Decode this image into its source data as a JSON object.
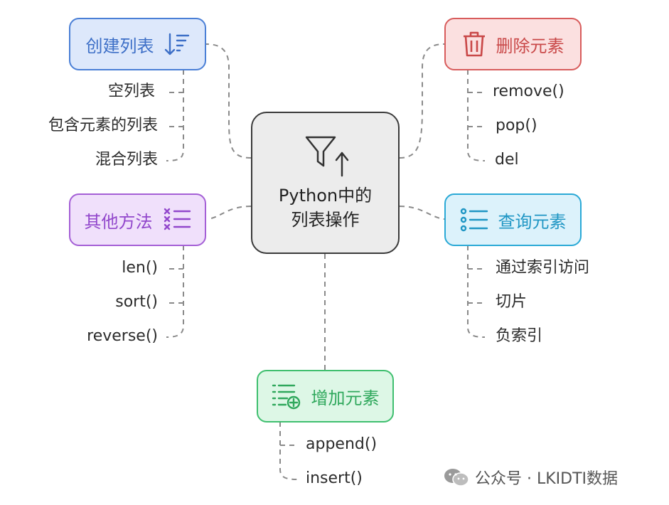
{
  "center": {
    "line1": "Python中的",
    "line2": "列表操作"
  },
  "branches": {
    "create": {
      "label": "创建列表",
      "items": [
        "空列表",
        "包含元素的列表",
        "混合列表"
      ],
      "color": "#4a7fd6",
      "fill": "#dde8fb",
      "icon": "sort-down-icon"
    },
    "delete": {
      "label": "删除元素",
      "items": [
        "remove()",
        "pop()",
        "del"
      ],
      "color": "#d85c5c",
      "fill": "#fbe0e0",
      "icon": "trash-icon"
    },
    "other": {
      "label": "其他方法",
      "items": [
        "len()",
        "sort()",
        "reverse()"
      ],
      "color": "#a45fd6",
      "fill": "#f0e0fb",
      "icon": "checklist-icon"
    },
    "query": {
      "label": "查询元素",
      "items": [
        "通过索引访问",
        "切片",
        "负索引"
      ],
      "color": "#2aa9d6",
      "fill": "#dcf2fb",
      "icon": "list-icon"
    },
    "add": {
      "label": "增加元素",
      "items": [
        "append()",
        "insert()"
      ],
      "color": "#3fbf6f",
      "fill": "#ddf7e6",
      "icon": "list-add-icon"
    }
  },
  "watermark": {
    "text": "公众号 · LKIDTI数据",
    "icon": "wechat-icon"
  }
}
